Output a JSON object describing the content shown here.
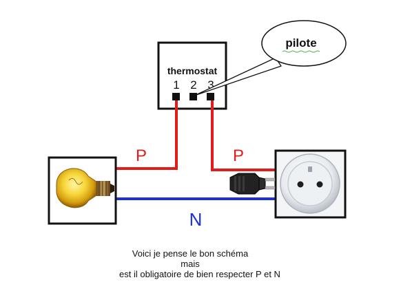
{
  "thermostat": {
    "title": "thermostat",
    "terminals": [
      "1",
      "2",
      "3"
    ]
  },
  "callout": {
    "label": "pilote"
  },
  "wires": {
    "phase_left_label": "P",
    "phase_right_label": "P",
    "neutral_label": "N",
    "phase_color": "#e21b1b",
    "neutral_color": "#1b2fe0"
  },
  "caption": {
    "line1": "Voici je pense le bon schéma",
    "line2": "mais",
    "line3": "est il obligatoire de bien respecter P et N"
  },
  "icons": {
    "lamp": "light-bulb-icon",
    "socket": "french-power-socket-icon",
    "plug": "power-plug-icon"
  }
}
